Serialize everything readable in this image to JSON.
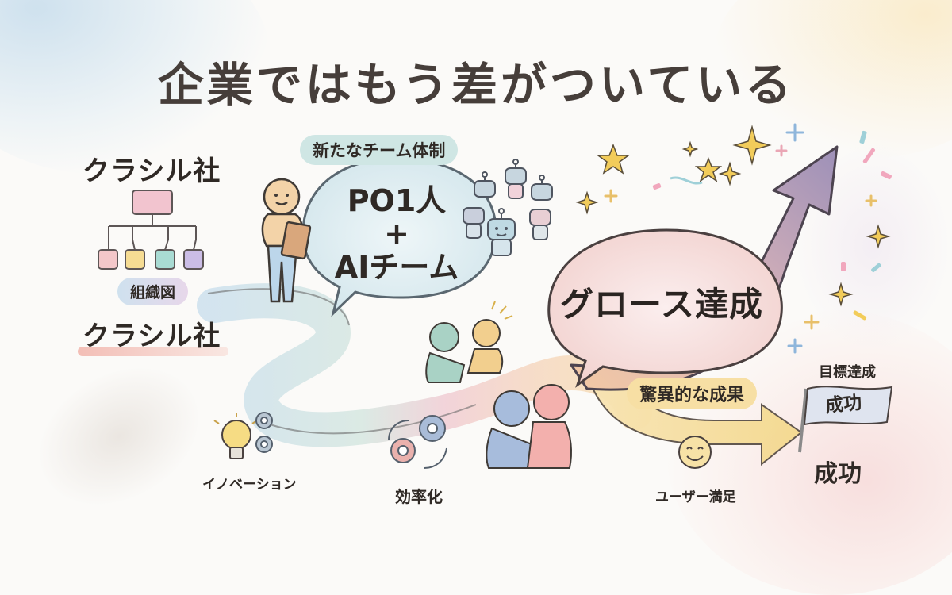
{
  "title": "企業ではもう差がついている",
  "left": {
    "company_top": "クラシル社",
    "org_chart_label": "組織図",
    "company_bottom": "クラシル社",
    "org_chart": {
      "top_box_color": "#f2c4cf",
      "child_box_colors": [
        "#f3c7c9",
        "#f6dc93",
        "#a9dbd3",
        "#cbbde6"
      ]
    }
  },
  "team": {
    "label": "新たなチーム体制",
    "bubble_lines": [
      "PO1人",
      "+",
      "AIチーム"
    ],
    "robot_count": 6
  },
  "growth": {
    "label": "グロース達成"
  },
  "results": {
    "label": "驚異的な成果",
    "user_satisfaction": "ユーザー満足",
    "goal_label": "目標達成",
    "flag_text": "成功",
    "success_label": "成功"
  },
  "path_labels": {
    "innovation": "イノベーション",
    "efficiency": "効率化"
  },
  "colors": {
    "title": "#463e3a",
    "team_pill": "#cfe6e4",
    "result_pill": "#f7dfa4",
    "growth_bubble": "#f6dcd8",
    "arrow_start": "#efc89a",
    "arrow_end": "#9c8fb5",
    "star": "#f2cc5a"
  }
}
